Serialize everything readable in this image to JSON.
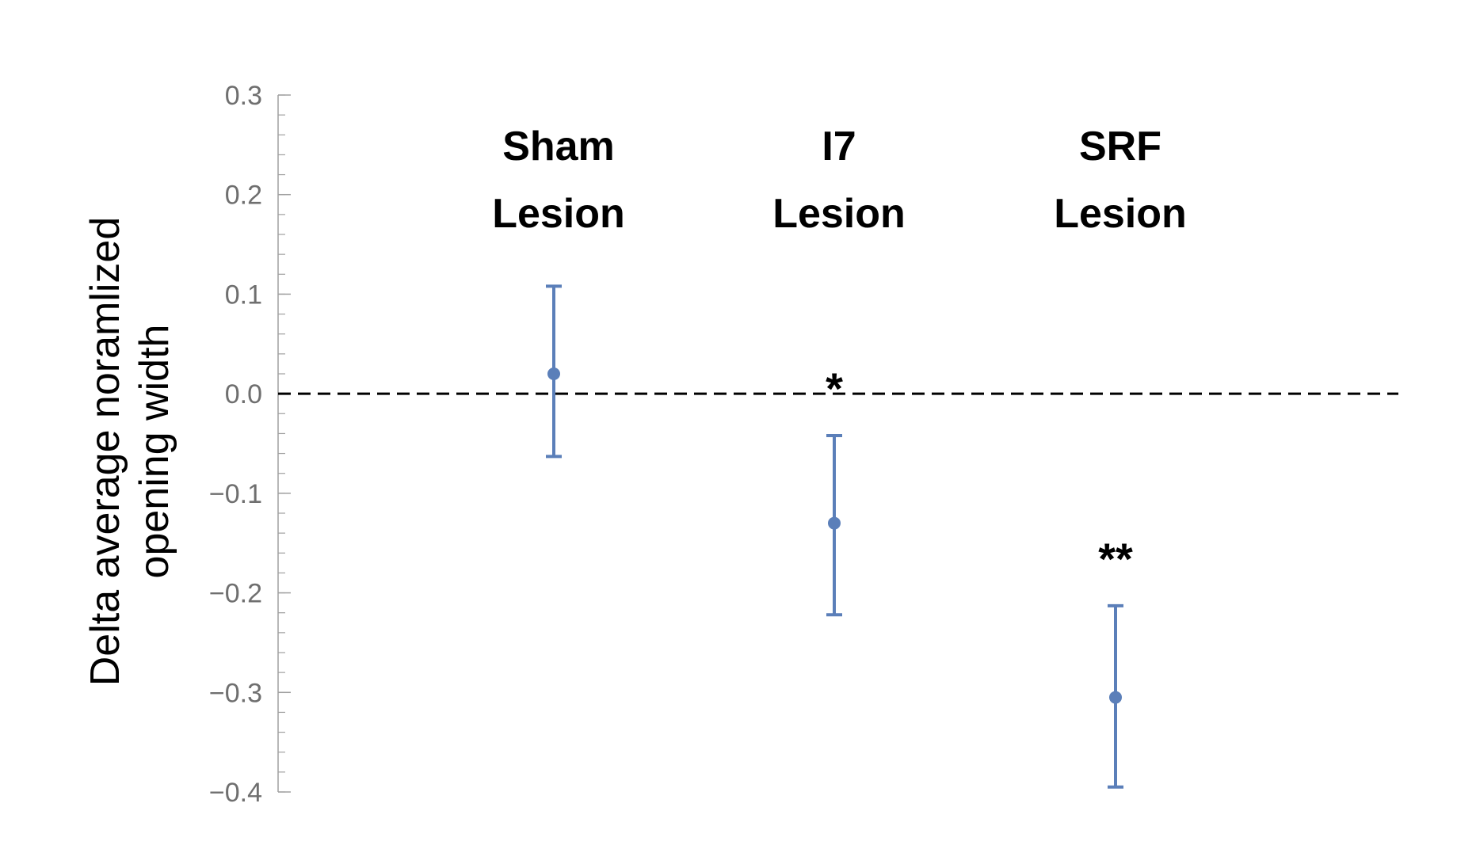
{
  "chart_data": {
    "type": "scatter",
    "title": "",
    "xlabel": "",
    "ylabel_lines": [
      "Delta average noramlized",
      "opening width"
    ],
    "ylim": [
      -0.4,
      0.3
    ],
    "yticks": [
      {
        "value": 0.3,
        "label": "0.3"
      },
      {
        "value": 0.2,
        "label": "0.2"
      },
      {
        "value": 0.1,
        "label": "0.1"
      },
      {
        "value": 0.0,
        "label": "0.0"
      },
      {
        "value": -0.1,
        "label": "−0.1"
      },
      {
        "value": -0.2,
        "label": "−0.2"
      },
      {
        "value": -0.3,
        "label": "−0.3"
      },
      {
        "value": -0.4,
        "label": "−0.4"
      }
    ],
    "minor_tick_step": 0.02,
    "reference_line": {
      "y": 0.0,
      "style": "dashed"
    },
    "groups": [
      {
        "label_lines": [
          "Sham",
          "Lesion"
        ],
        "mean": 0.02,
        "lower": -0.063,
        "upper": 0.108,
        "significance": ""
      },
      {
        "label_lines": [
          "I7",
          "Lesion"
        ],
        "mean": -0.13,
        "lower": -0.222,
        "upper": -0.042,
        "significance": "*"
      },
      {
        "label_lines": [
          "SRF",
          "Lesion"
        ],
        "mean": -0.305,
        "lower": -0.395,
        "upper": -0.213,
        "significance": "**"
      }
    ],
    "colors": {
      "series": "#5b7fb9",
      "axis": "#a0a0a0",
      "tick_text": "#6f6f6f",
      "reference": "#000000"
    }
  }
}
